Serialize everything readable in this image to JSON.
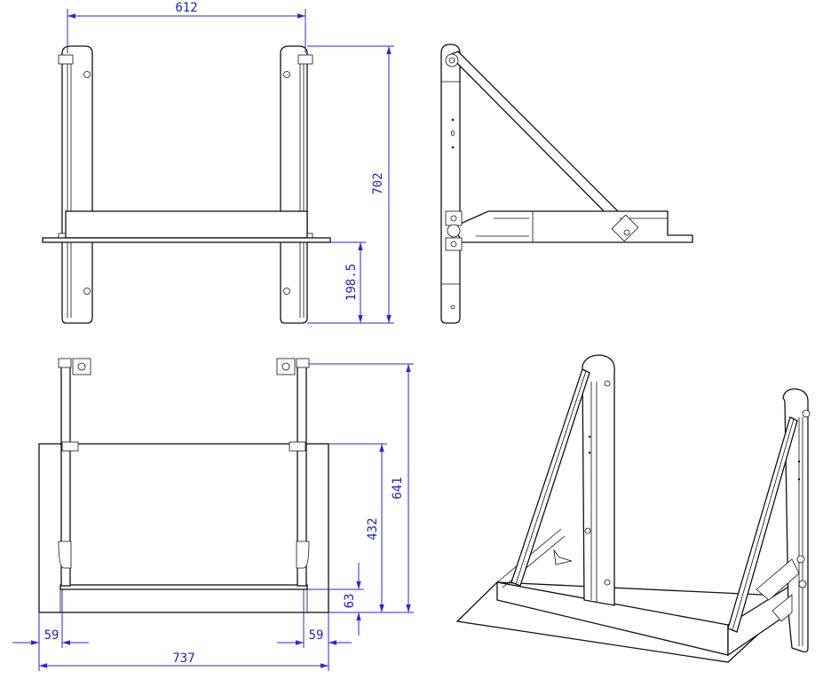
{
  "drawing": {
    "front_view": {
      "width_label": "612",
      "height_label": "702",
      "lower_label": "198.5"
    },
    "top_view": {
      "depth_label": "641",
      "inner_depth_label": "432",
      "lip_label": "63",
      "left_offset_label": "59",
      "right_offset_label": "59",
      "overall_width_label": "737"
    }
  },
  "colors": {
    "dimension": "#2a2ad0",
    "line": "#111111",
    "background": "#ffffff"
  }
}
